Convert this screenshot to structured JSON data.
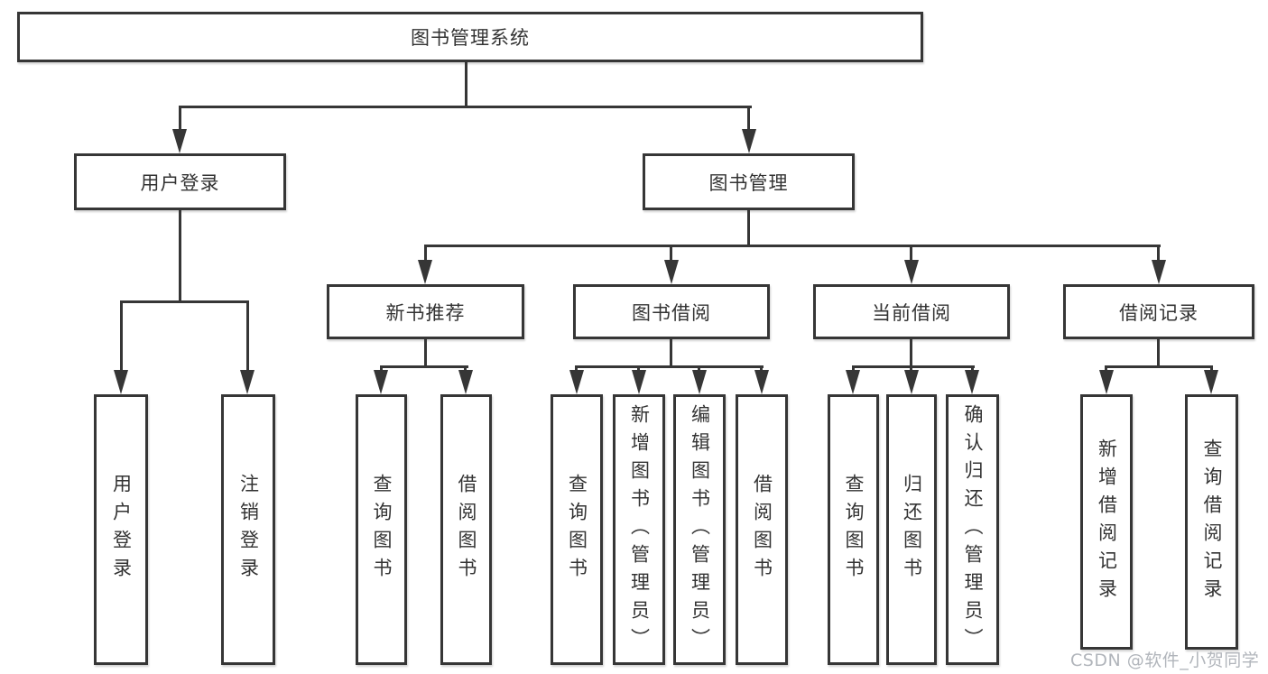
{
  "diagram": {
    "root": "图书管理系统",
    "login_branch": {
      "label": "用户登录",
      "children": [
        "用户登录",
        "注销登录"
      ]
    },
    "mgmt_branch": {
      "label": "图书管理"
    },
    "modules": [
      {
        "label": "新书推荐",
        "children": [
          "查询图书",
          "借阅图书"
        ]
      },
      {
        "label": "图书借阅",
        "children": [
          "查询图书",
          "新增图书（管理员）",
          "编辑图书（管理员）",
          "借阅图书"
        ]
      },
      {
        "label": "当前借阅",
        "children": [
          "查询图书",
          "归还图书",
          "确认归还（管理员）"
        ]
      },
      {
        "label": "借阅记录",
        "children": [
          "新增借阅记录",
          "查询借阅记录"
        ]
      }
    ]
  },
  "watermark": "CSDN @软件_小贺同学",
  "colors": {
    "line": "#363636",
    "text": "#333333",
    "watermark": "#b1b5bb",
    "background": "#ffffff"
  }
}
